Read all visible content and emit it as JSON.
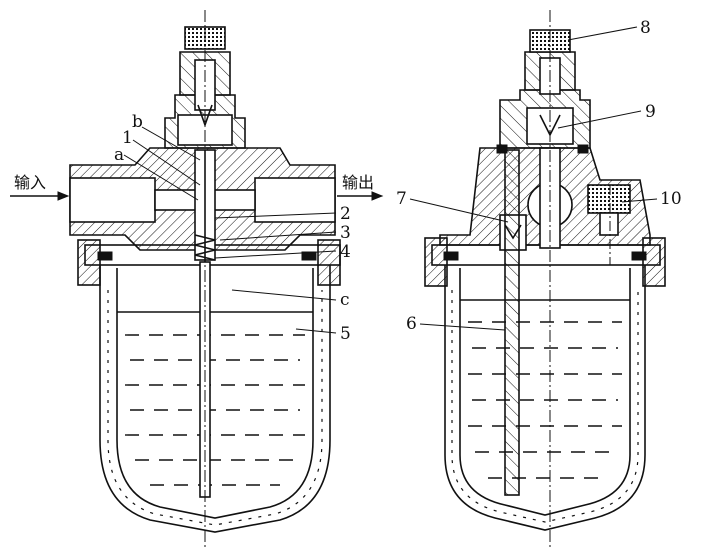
{
  "left_figure": {
    "input_label": "输入",
    "output_label": "输出",
    "part_labels": [
      "a",
      "b",
      "1",
      "2",
      "3",
      "4",
      "c",
      "5"
    ]
  },
  "right_figure": {
    "part_labels": [
      "8",
      "9",
      "7",
      "10",
      "6"
    ]
  }
}
